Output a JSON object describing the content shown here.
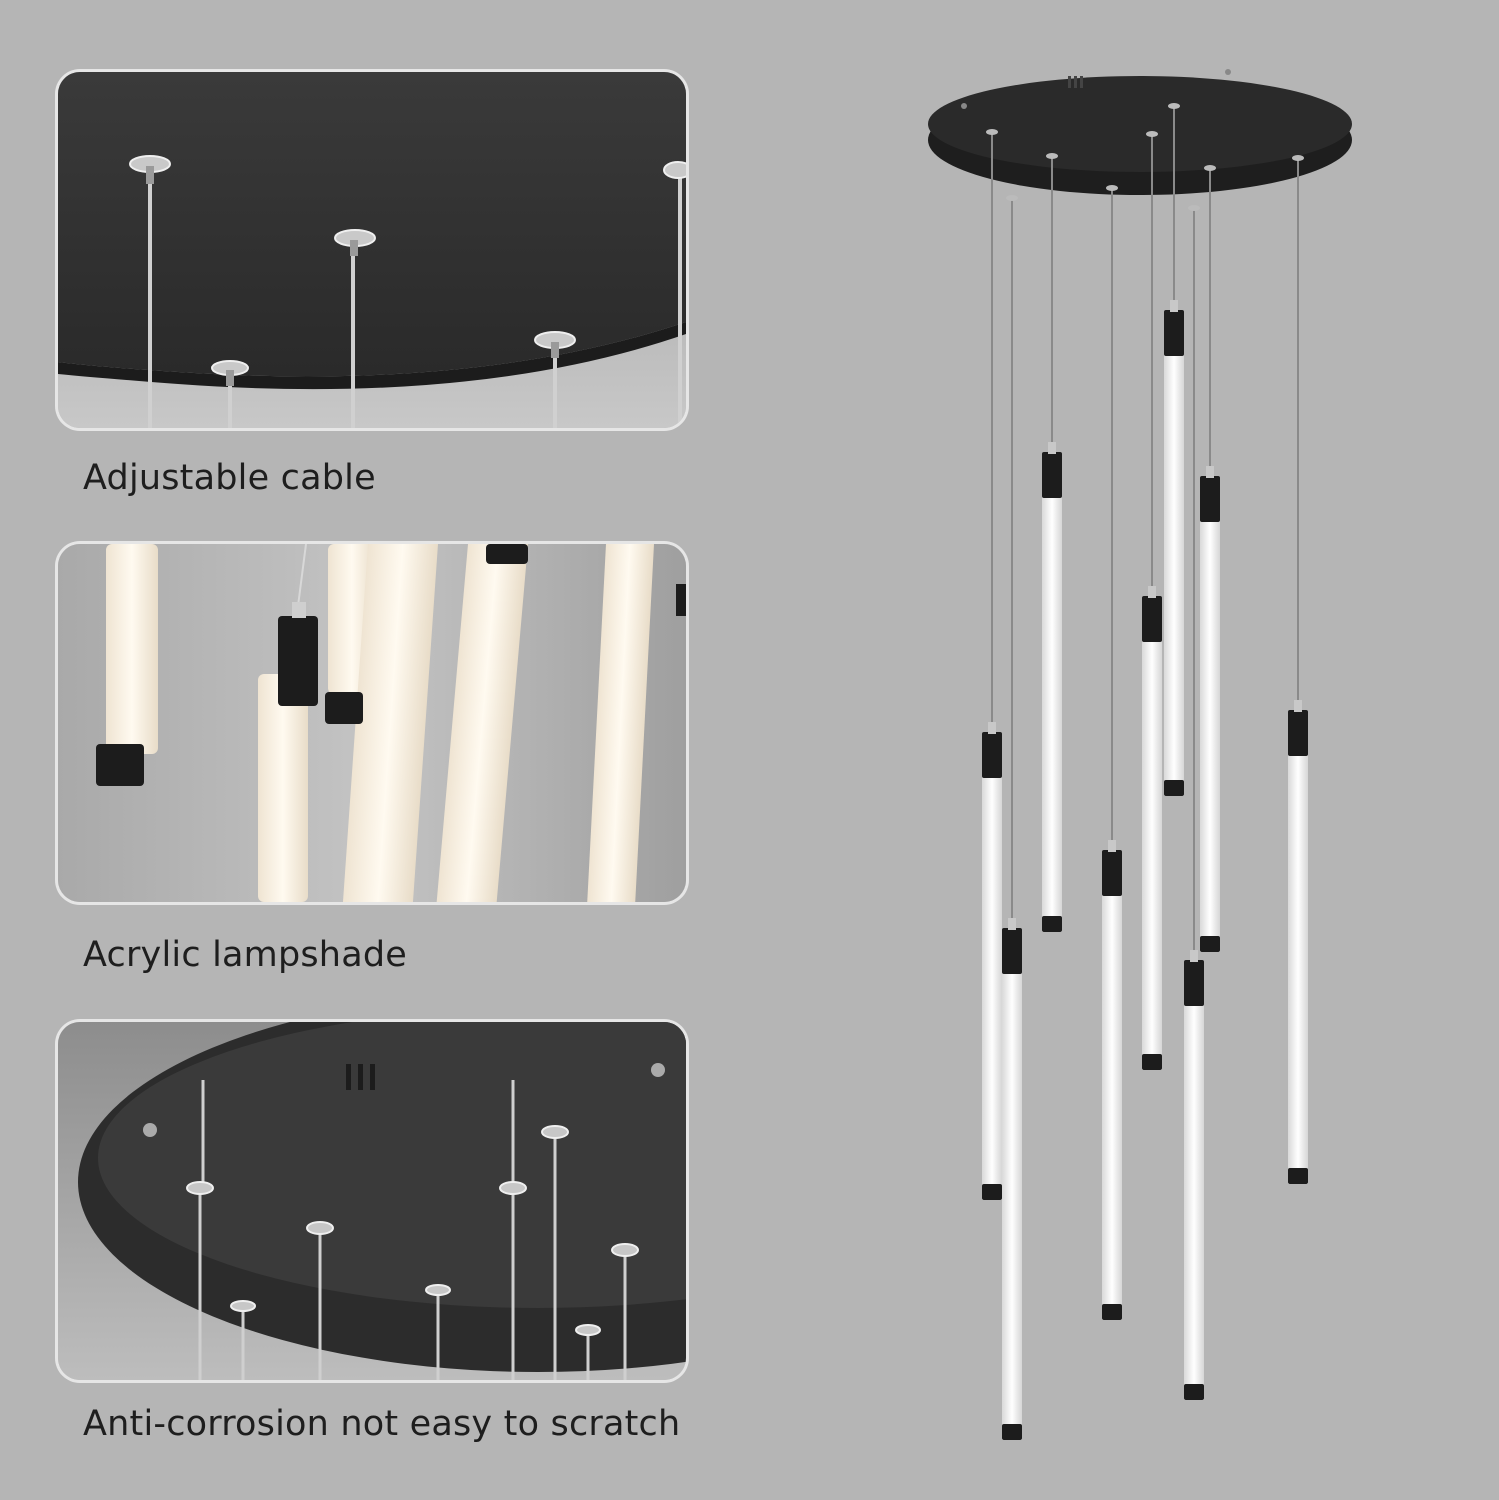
{
  "features": [
    {
      "caption": "Adjustable cable",
      "image": "ceiling-canopy-closeup"
    },
    {
      "caption": "Acrylic lampshade",
      "image": "acrylic-tubes-closeup"
    },
    {
      "caption": "Anti-corrosion not easy to scratch",
      "image": "black-canopy-closeup"
    }
  ],
  "product": {
    "image": "chandelier-full-view",
    "colors": {
      "canopy": "#1e1e1e",
      "tube": "#f4f4f4",
      "cap": "#1c1c1c",
      "cable": "#8a8a8a"
    }
  }
}
